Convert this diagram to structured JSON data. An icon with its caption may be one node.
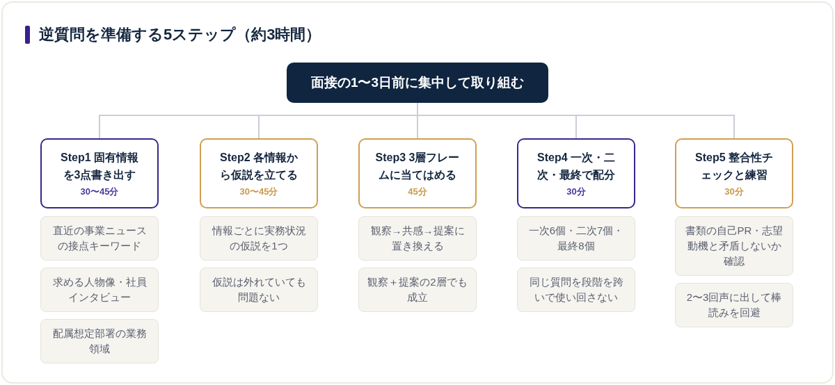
{
  "diagram": {
    "title": "逆質問を準備する5ステップ（約3時間）",
    "nodes": [
      {
        "text": [
          "面接の1〜3日前に集中して取り組む"
        ]
      },
      {
        "text": [
          "Step1 固有情報を3点書き出す",
          "30〜45分"
        ]
      },
      {
        "text": [
          "直近の事業ニュースの接点キーワード"
        ]
      },
      {
        "text": [
          "求める人物像・社員インタビュー"
        ]
      },
      {
        "text": [
          "配属想定部署の業務領域"
        ]
      },
      {
        "text": [
          "Step2 各情報から仮説を立てる",
          "30〜45分"
        ]
      },
      {
        "text": [
          "情報ごとに実務状況の仮説を1つ"
        ]
      },
      {
        "text": [
          "仮説は外れていても問題ない"
        ]
      },
      {
        "text": [
          "Step3 3層フレームに当てはめる",
          "45分"
        ]
      },
      {
        "text": [
          "観察→共感→提案に置き換える"
        ]
      },
      {
        "text": [
          "観察＋提案の2層でも成立"
        ]
      },
      {
        "text": [
          "Step4 一次・二次・最終で配分",
          "30分"
        ]
      },
      {
        "text": [
          "一次6個・二次7個・最終8個"
        ]
      },
      {
        "text": [
          "同じ質問を段階を跨いで使い回さない"
        ]
      },
      {
        "text": [
          "Step5 整合性チェックと練習",
          "30分"
        ]
      },
      {
        "text": [
          "書類の自己PR・志望動機と矛盾しないか確認"
        ]
      },
      {
        "text": [
          "2〜3回声に出して棒読みを回避"
        ]
      }
    ],
    "edges": [
      {
        "from": 0,
        "to": 1,
        "arrow": "none"
      },
      {
        "from": 0,
        "to": 5,
        "arrow": "none"
      },
      {
        "from": 0,
        "to": 8,
        "arrow": "none"
      },
      {
        "from": 0,
        "to": 11,
        "arrow": "none"
      },
      {
        "from": 0,
        "to": 14,
        "arrow": "none"
      }
    ]
  }
}
